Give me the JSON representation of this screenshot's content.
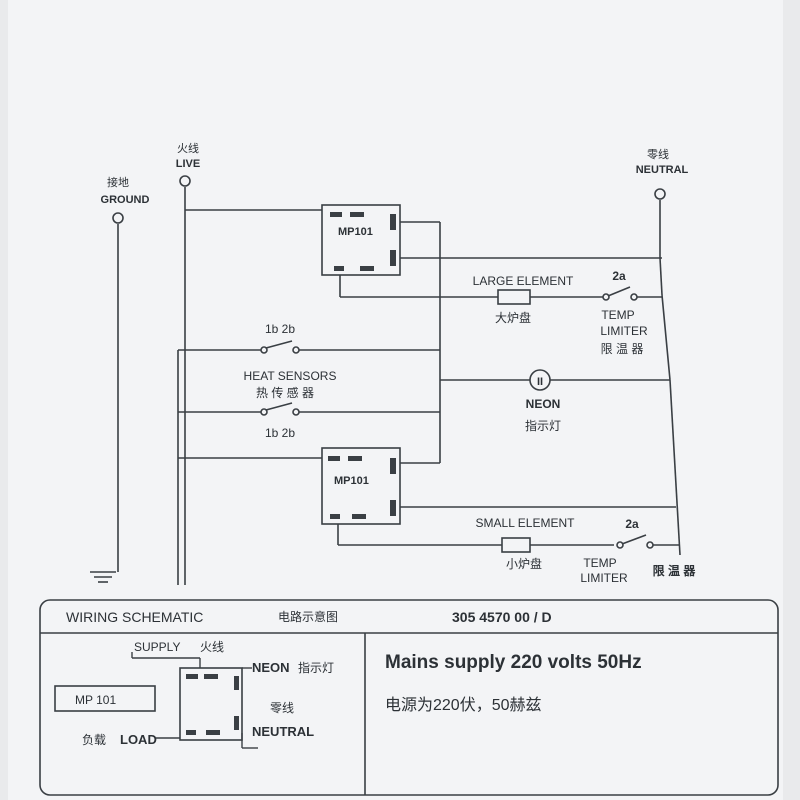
{
  "terminals": {
    "ground": {
      "cn": "接地",
      "en": "GROUND"
    },
    "live": {
      "cn": "火线",
      "en": "LIVE"
    },
    "neutral": {
      "cn": "零线",
      "en": "NEUTRAL"
    }
  },
  "controllers": {
    "upper": "MP101",
    "lower": "MP101"
  },
  "large_element": {
    "label": "LARGE ELEMENT",
    "cn": "大炉盘",
    "contact": "2a"
  },
  "small_element": {
    "label": "SMALL ELEMENT",
    "cn": "小炉盘",
    "contact": "2a"
  },
  "temp_limiter": {
    "line1": "TEMP",
    "line2": "LIMITER",
    "cn": "限 温 器"
  },
  "heat_sensors": {
    "label": "HEAT SENSORS",
    "cn": "热 传 感 器",
    "contacts_top": "1b 2b",
    "contacts_bottom": "1b 2b"
  },
  "neon": {
    "label": "NEON",
    "cn": "指示灯",
    "symbol": "II"
  },
  "footer": {
    "title": "WIRING SCHEMATIC",
    "title_cn": "电路示意图",
    "part_number": "305 4570 00 / D",
    "legend": {
      "supply": "SUPPLY",
      "supply_cn": "火线",
      "neon": "NEON",
      "neon_cn": "指示灯",
      "neutral_cn": "零线",
      "neutral": "NEUTRAL",
      "load_cn": "负载",
      "load": "LOAD",
      "box_label": "MP 101"
    },
    "mains": "Mains supply 220 volts 50Hz",
    "mains_cn": "电源为220伏，50赫兹"
  },
  "colors": {
    "line": "#3a3f44",
    "label_bg": "#f4f5f7",
    "page": "#e9eaec"
  }
}
